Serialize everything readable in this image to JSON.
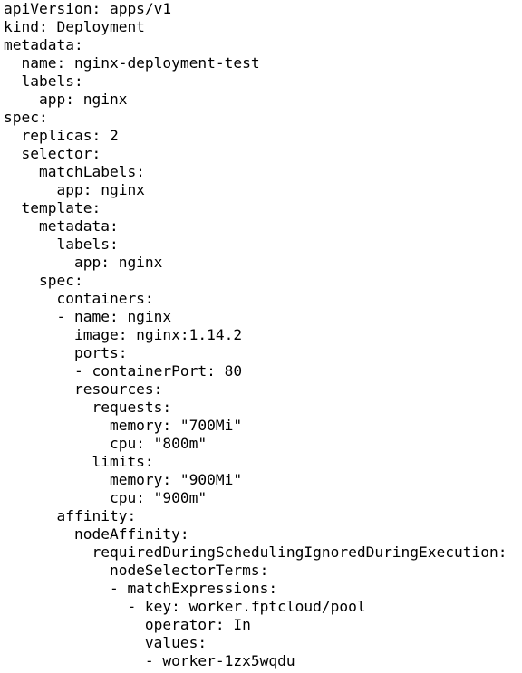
{
  "document": {
    "lines": [
      "apiVersion: apps/v1",
      "kind: Deployment",
      "metadata:",
      "  name: nginx-deployment-test",
      "  labels:",
      "    app: nginx",
      "spec:",
      "  replicas: 2",
      "  selector:",
      "    matchLabels:",
      "      app: nginx",
      "  template:",
      "    metadata:",
      "      labels:",
      "        app: nginx",
      "    spec:",
      "      containers:",
      "      - name: nginx",
      "        image: nginx:1.14.2",
      "        ports:",
      "        - containerPort: 80",
      "        resources:",
      "          requests:",
      "            memory: \"700Mi\"",
      "            cpu: \"800m\"",
      "          limits:",
      "            memory: \"900Mi\"",
      "            cpu: \"900m\"",
      "      affinity:",
      "        nodeAffinity:",
      "          requiredDuringSchedulingIgnoredDuringExecution:",
      "            nodeSelectorTerms:",
      "            - matchExpressions:",
      "              - key: worker.fptcloud/pool",
      "                operator: In",
      "                values:",
      "                - worker-1zx5wqdu"
    ]
  }
}
